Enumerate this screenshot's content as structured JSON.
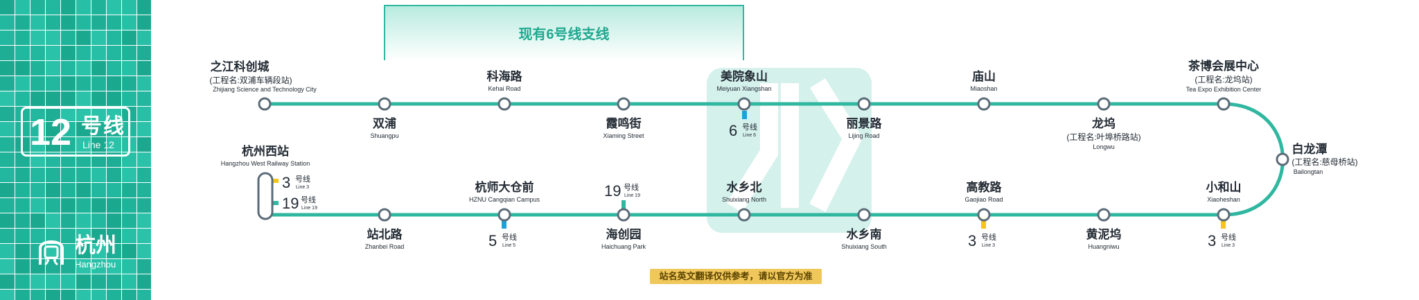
{
  "line": {
    "number": "12",
    "hao_xian": "号线",
    "english": "Line 12"
  },
  "city": {
    "zh": "杭州",
    "en": "Hangzhou"
  },
  "branch_note": "现有6号线支线",
  "notice": "站名英文翻译仅供参考，请以官方为准",
  "colors": {
    "line": "#2fb7a0",
    "sidebar": "#1fb39a",
    "line3": "#f5c518",
    "line5": "#1aa3d9",
    "line6": "#1aa3d9",
    "line19": "#2fb7a0"
  },
  "transfers": {
    "line3": {
      "num": "3",
      "hx": "号线",
      "en": "Line 3"
    },
    "line19": {
      "num": "19",
      "hx": "号线",
      "en": "Line 19"
    },
    "line6": {
      "num": "6",
      "hx": "号线",
      "en": "Line 6"
    },
    "line5": {
      "num": "5",
      "hx": "号线",
      "en": "Line 5"
    }
  },
  "stations": {
    "zhijiang": {
      "zh": "之江科创城",
      "sub": "(工程名:双浦车辆段站)",
      "en": "Zhijiang Science and Technology City"
    },
    "shuangpu": {
      "zh": "双浦",
      "en": "Shuangpu"
    },
    "kehai": {
      "zh": "科海路",
      "en": "Kehai Road"
    },
    "xiaming": {
      "zh": "霞鸣街",
      "en": "Xiaming Street"
    },
    "meiyuan": {
      "zh": "美院象山",
      "en": "Meiyuan Xiangshan"
    },
    "lijing": {
      "zh": "丽景路",
      "en": "Lijing Road"
    },
    "miaoshan": {
      "zh": "庙山",
      "en": "Miaoshan"
    },
    "longwu": {
      "zh": "龙坞",
      "sub": "(工程名:叶埠桥路站)",
      "en": "Longwu"
    },
    "chabo": {
      "zh": "茶博会展中心",
      "sub": "(工程名:龙坞站)",
      "en": "Tea Expo Exhibition Center"
    },
    "bailongtan": {
      "zh": "白龙潭",
      "sub": "(工程名:慈母桥站)",
      "en": "Bailongtan"
    },
    "xiaoheshan": {
      "zh": "小和山",
      "en": "Xiaoheshan"
    },
    "huangniwu": {
      "zh": "黄泥坞",
      "en": "Huangniwu"
    },
    "gaojiao": {
      "zh": "高教路",
      "en": "Gaojiao Road"
    },
    "shuixiangnan": {
      "zh": "水乡南",
      "en": "Shuixiang South"
    },
    "shuixiangbei": {
      "zh": "水乡北",
      "en": "Shuixiang North"
    },
    "haichuang": {
      "zh": "海创园",
      "en": "Haichuang Park"
    },
    "hangshi": {
      "zh": "杭师大仓前",
      "en": "HZNU Cangqian Campus"
    },
    "zhanbei": {
      "zh": "站北路",
      "en": "Zhanbei Road"
    },
    "hzwest": {
      "zh": "杭州西站",
      "en": "Hangzhou West Railway Station"
    }
  }
}
